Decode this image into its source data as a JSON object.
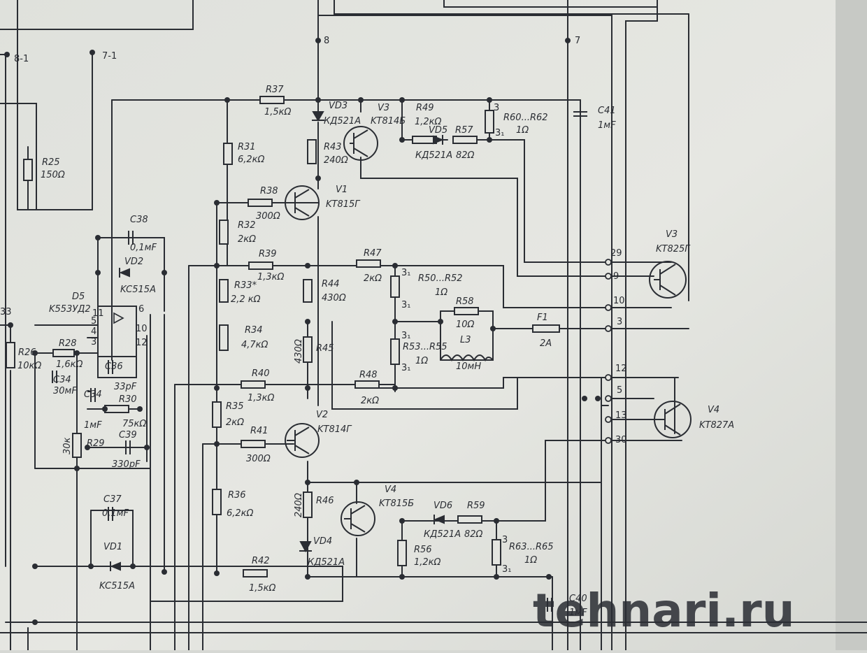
{
  "watermark": "tehnari.ru",
  "colors": {
    "paper": "#e3e4df",
    "ink": "#2a2d33",
    "watermark": "#9fc3df"
  },
  "nodes": {
    "n8": "8",
    "n7": "7",
    "n8_1": "8-1",
    "n7_1": "7-1",
    "n33": "33"
  },
  "resistors": [
    {
      "ref": "R25",
      "value": "150Ω"
    },
    {
      "ref": "R26",
      "value": "10кΩ"
    },
    {
      "ref": "R28",
      "value": "1,6кΩ"
    },
    {
      "ref": "R29",
      "value": "30к"
    },
    {
      "ref": "R30",
      "value": "75кΩ"
    },
    {
      "ref": "R31",
      "value": "6,2кΩ"
    },
    {
      "ref": "R32",
      "value": "2кΩ"
    },
    {
      "ref": "R33*",
      "value": "2,2 кΩ"
    },
    {
      "ref": "R34",
      "value": "4,7кΩ"
    },
    {
      "ref": "R35",
      "value": "2кΩ"
    },
    {
      "ref": "R36",
      "value": "6,2кΩ"
    },
    {
      "ref": "R37",
      "value": "1,5кΩ"
    },
    {
      "ref": "R38",
      "value": "300Ω"
    },
    {
      "ref": "R39",
      "value": "1,3кΩ"
    },
    {
      "ref": "R40",
      "value": "1,3кΩ"
    },
    {
      "ref": "R41",
      "value": "300Ω"
    },
    {
      "ref": "R42",
      "value": "1,5кΩ"
    },
    {
      "ref": "R43",
      "value": "240Ω"
    },
    {
      "ref": "R44",
      "value": "430Ω"
    },
    {
      "ref": "R45",
      "value": "430Ω"
    },
    {
      "ref": "R46",
      "value": "240Ω"
    },
    {
      "ref": "R47",
      "value": "2кΩ"
    },
    {
      "ref": "R48",
      "value": "2кΩ"
    },
    {
      "ref": "R49",
      "value": "1,2кΩ"
    },
    {
      "ref": "R50...R52",
      "value": "1Ω"
    },
    {
      "ref": "R53...R55",
      "value": "1Ω"
    },
    {
      "ref": "R56",
      "value": "1,2кΩ"
    },
    {
      "ref": "R57",
      "value": "82Ω"
    },
    {
      "ref": "R58",
      "value": "10Ω"
    },
    {
      "ref": "R59",
      "value": "82Ω"
    },
    {
      "ref": "R60...R62",
      "value": "1Ω"
    },
    {
      "ref": "R63...R65",
      "value": "1Ω"
    }
  ],
  "capacitors": [
    {
      "ref": "C34",
      "value": "30мF"
    },
    {
      "ref": "C34",
      "value": "1мF"
    },
    {
      "ref": "C36",
      "value": "33pF"
    },
    {
      "ref": "C37",
      "value": "0,1мF"
    },
    {
      "ref": "C38",
      "value": "0,1мF"
    },
    {
      "ref": "C39",
      "value": "330pF"
    },
    {
      "ref": "C40",
      "value": "1мF"
    },
    {
      "ref": "C41",
      "value": "1мF"
    }
  ],
  "transistors": [
    {
      "ref": "V1",
      "value": "KT815Г"
    },
    {
      "ref": "V2",
      "value": "KT814Г"
    },
    {
      "ref": "V3",
      "value": "KT814Б"
    },
    {
      "ref": "V4",
      "value": "KT815Б"
    },
    {
      "ref": "V3",
      "value": "KT825Г"
    },
    {
      "ref": "V4",
      "value": "KT827A"
    }
  ],
  "diodes": [
    {
      "ref": "VD1",
      "value": "KC515A"
    },
    {
      "ref": "VD2",
      "value": "KC515A"
    },
    {
      "ref": "VD3",
      "value": "КД521A"
    },
    {
      "ref": "VD4",
      "value": "КД521A"
    },
    {
      "ref": "VD5",
      "value": "КД521A"
    },
    {
      "ref": "VD6",
      "value": "КД521A"
    }
  ],
  "chip": {
    "ref": "D5",
    "value": "K553УД2",
    "pins": [
      "4",
      "5",
      "6",
      "10",
      "11",
      "12",
      "3"
    ]
  },
  "inductor": {
    "ref": "L3",
    "value": "10мН"
  },
  "fuse": {
    "ref": "F1",
    "value": "2A"
  },
  "terminals": [
    "29",
    "9",
    "10",
    "3",
    "12",
    "5",
    "13",
    "30"
  ],
  "multi_marks": [
    "3",
    "3₁",
    "3₁",
    "3₁",
    "3₁",
    "3₁",
    "3",
    "3₁"
  ]
}
